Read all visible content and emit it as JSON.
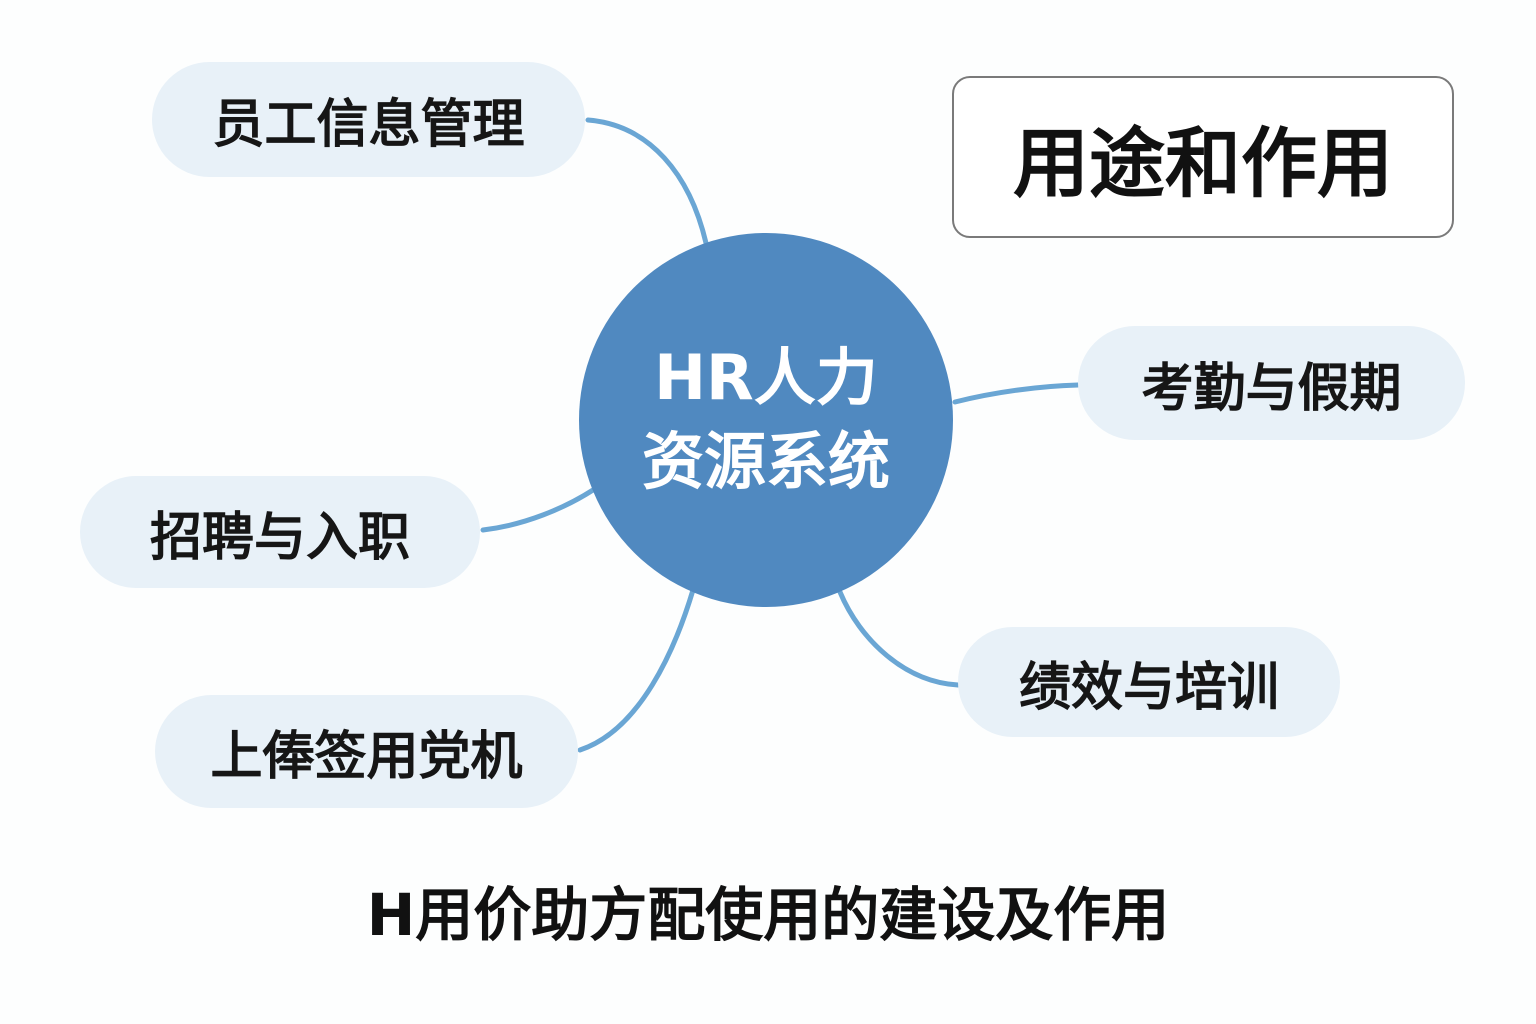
{
  "center": {
    "line1": "HR人力",
    "line2": "资源系统"
  },
  "legend_box": {
    "label": "用途和作用"
  },
  "branches": [
    {
      "label": "员工信息管理"
    },
    {
      "label": "考勤与假期"
    },
    {
      "label": "招聘与入职"
    },
    {
      "label": "上俸签用党机"
    },
    {
      "label": "绩效与培训"
    }
  ],
  "footer": {
    "title": "H用价助方配使用的建设及作用"
  },
  "colors": {
    "hub": "#5089c0",
    "link": "#6aa6d4",
    "pill": "#e8f1f8"
  }
}
